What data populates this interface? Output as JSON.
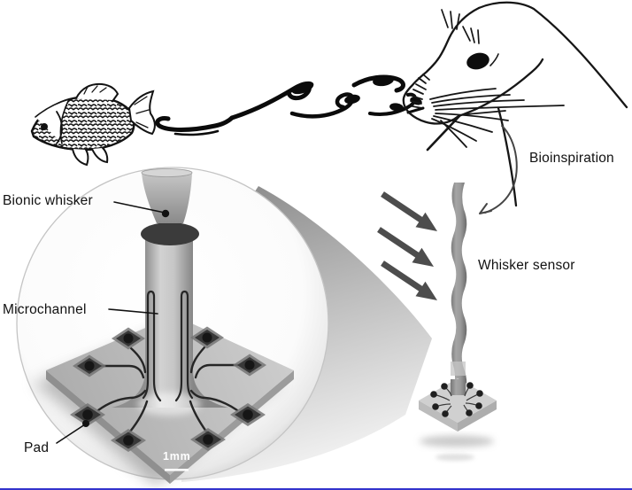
{
  "labels": {
    "bionic_whisker": "Bionic whisker",
    "microchannel": "Microchannel",
    "pad": "Pad",
    "bioinspiration": "Bioinspiration",
    "whisker_sensor": "Whisker sensor"
  },
  "scale_bar": {
    "text": "1mm"
  },
  "artwork": {
    "fish": "fish-line-drawing",
    "wake": "karman-vortex-street",
    "seal": "seal-head-line-drawing",
    "bioinspiration_arrow": "curved-arrow",
    "flow_arrows": "three-flow-arrows",
    "magnifier": "magnified-chip-circle",
    "device": "bionic-whisker-device-with-microchannels-and-pads",
    "sensor": "whisker-sensor-on-chip-base"
  },
  "colors": {
    "background": "#ffffff",
    "ink": "#111111",
    "device_grey": "#b5b5b5",
    "pad_dark": "#3a3a3a",
    "arrow_grey": "#4d4d4d",
    "scale_bar_text": "#ffffff",
    "bottom_rule": "#3333cc"
  }
}
